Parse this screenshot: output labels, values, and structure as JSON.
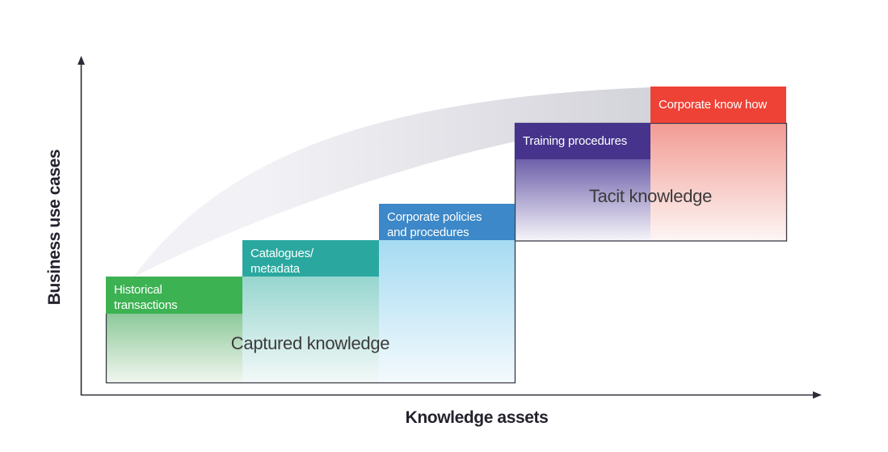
{
  "diagram": {
    "axes": {
      "x_label": "Knowledge assets",
      "y_label": "Business use cases",
      "color": "#2c2c38"
    },
    "outline_color": "#3a3a44",
    "swoosh": {
      "description": "gray upward sweeping arrow band",
      "from_color": "#f2f2f6",
      "to_color": "#d3d3da"
    },
    "groups": [
      {
        "label": "Captured knowledge"
      },
      {
        "label": "Tacit knowledge"
      }
    ],
    "steps": [
      {
        "label": "Historical\ntransactions",
        "color": "#3CB252",
        "body": "linear-gradient(#8dc999,#f1f6ef)"
      },
      {
        "label": "Catalogues/\nmetadata",
        "color": "#2AA8A0",
        "body": "linear-gradient(#97d5cf,#f3f9f8)"
      },
      {
        "label": "Corporate policies\nand procedures",
        "color": "#3C88C8",
        "body": "linear-gradient(#a6dbf2,#f4fafd)"
      },
      {
        "label": "Training procedures",
        "color": "#45338C",
        "body": "linear-gradient(#6e60aa,#f6f5fa)"
      },
      {
        "label": "Corporate know how",
        "color": "#EE4236",
        "body": "linear-gradient(#f29b93,#fdf6f5)"
      }
    ]
  }
}
